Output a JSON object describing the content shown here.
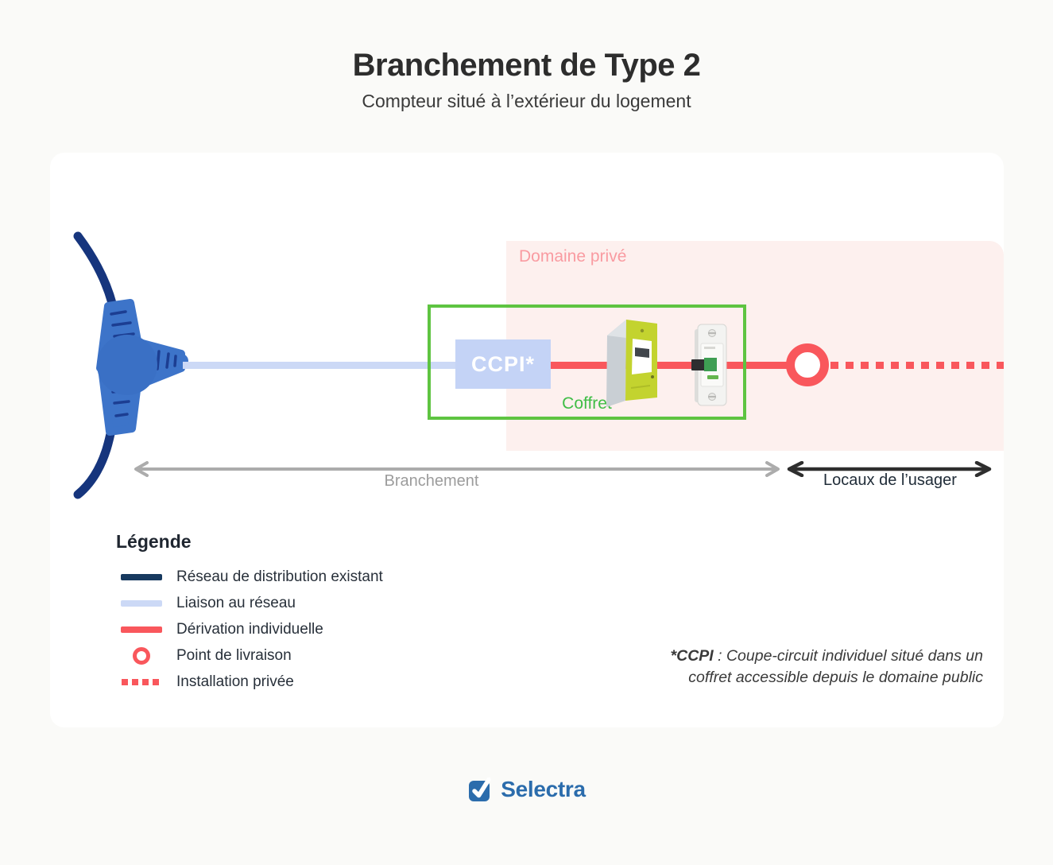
{
  "page": {
    "title": "Branchement de Type 2",
    "subtitle": "Compteur situé à l’extérieur du logement"
  },
  "diagram": {
    "domain_label": "Domaine privé",
    "ccpi_label": "CCPI*",
    "coffret_label": "Coffret",
    "branchement_label": "Branchement",
    "locaux_label": "Locaux de l’usager"
  },
  "legend": {
    "title": "Légende",
    "items": [
      {
        "label": "Réseau de distribution existant",
        "swatch": "line-navy"
      },
      {
        "label": "Liaison au réseau",
        "swatch": "line-lightblue"
      },
      {
        "label": "Dérivation individuelle",
        "swatch": "line-red"
      },
      {
        "label": "Point de livraison",
        "swatch": "ring-red"
      },
      {
        "label": "Installation privée",
        "swatch": "dotted-red"
      }
    ]
  },
  "note": {
    "term": "*CCPI",
    "text": " : Coupe-circuit individuel situé dans un coffret accessible depuis le domaine public"
  },
  "footer": {
    "brand": "Selectra"
  },
  "colors": {
    "accent_red": "#F9575C",
    "legend_navy": "#17395F",
    "cable_navy": "#16357D",
    "splice_blue": "#3D74C9",
    "liaison_blue": "#CCD9F6",
    "ccpi_blue": "#C4D3F6",
    "coffret_green": "#5EC441",
    "meter_lime": "#C3D32F",
    "private_area_pink": "#FDF0EE",
    "private_label_pink": "#F99BA1",
    "brand_blue": "#2B6CAC",
    "arrow_gray": "#ACACAC",
    "arrow_black": "#2E2E2E"
  }
}
